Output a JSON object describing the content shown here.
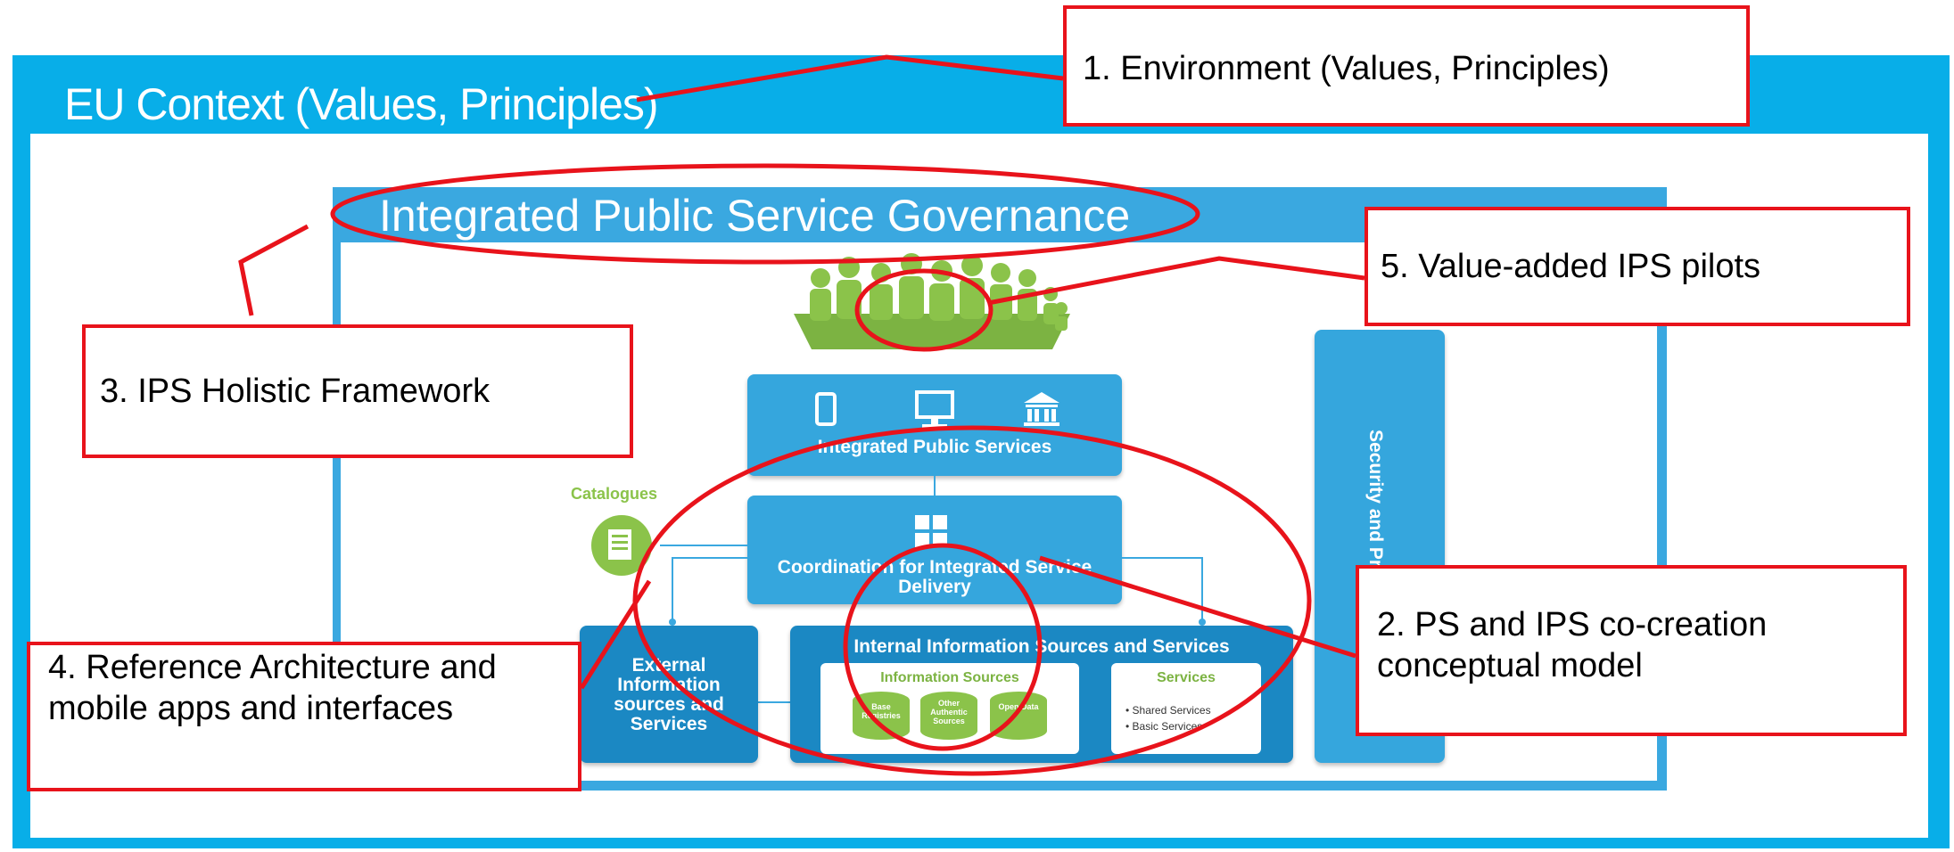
{
  "eu_context": {
    "title": "EU Context (Values, Principles)"
  },
  "governance": {
    "title": "Integrated Public Service Governance"
  },
  "diagram": {
    "integrated_public_services": "Integrated Public Services",
    "coordination": "Coordination for Integrated Service Delivery",
    "catalogues": "Catalogues",
    "external_sources": "External Information sources and Services",
    "internal_sources": "Internal Information Sources and Services",
    "information_sources": "Information Sources",
    "source_items": [
      "Base Registries",
      "Other Authentic Sources",
      "Open Data"
    ],
    "services": "Services",
    "service_items": [
      "Shared Services",
      "Basic Services"
    ],
    "security": "Security and Privacy"
  },
  "callouts": {
    "environment": "1. Environment (Values, Principles)",
    "co_creation": "2. PS and IPS co-creation conceptual model",
    "holistic_framework": "3. IPS Holistic Framework",
    "reference_architecture": "4. Reference Architecture and mobile apps and interfaces",
    "pilots": "5. Value-added IPS pilots"
  },
  "colors": {
    "eu_blue": "#08aee8",
    "diagram_blue": "#35a6dd",
    "accent_green": "#8bc34a",
    "callout_red": "#e8131b"
  },
  "icons": [
    "mobile-icon",
    "monitor-icon",
    "government-building-icon",
    "puzzle-icon",
    "catalogue-icon",
    "database-icon",
    "people-group-icon"
  ]
}
